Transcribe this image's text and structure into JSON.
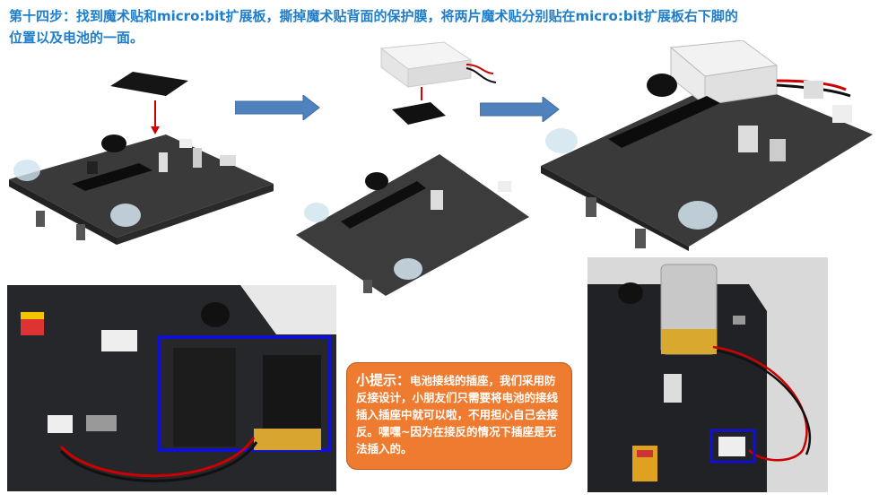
{
  "heading": {
    "line1_prefix": "第十四步：找到魔术贴和",
    "line1_brand1": "micro:bit",
    "line1_mid": "扩展板，撕掉魔术贴背面的保护膜，将两片魔术贴分别贴在",
    "line1_brand2": "micro:bit",
    "line1_suffix": "扩展板右下脚的",
    "line2": "位置以及电池的一面。"
  },
  "tip": {
    "heading": "小提示：",
    "body": "电池接线的插座，我们采用防反接设计，小朋友们只需要将电池的接线插入插座中就可以啦，不用担心自己会接反。嘿嘿~因为在接反的情况下插座是无法插入的。"
  },
  "colors": {
    "title": "#1f7ec9",
    "arrow": "#4f81bd",
    "tip_bg": "#ee7b2f",
    "highlight": "#1010d0"
  }
}
